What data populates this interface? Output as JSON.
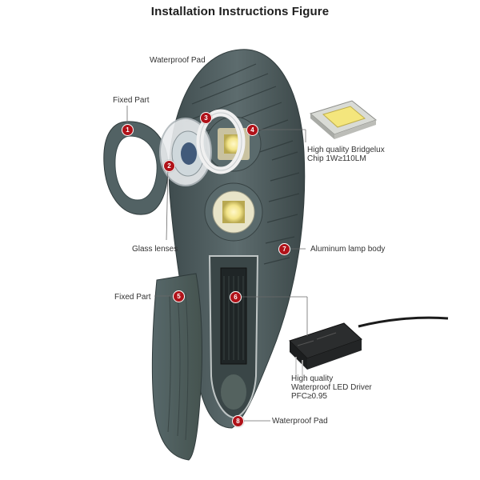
{
  "title": "Installation Instructions Figure",
  "labels": {
    "waterproof_pad_top": "Waterproof Pad",
    "fixed_part_top": "Fixed Part",
    "glass_lenses": "Glass lenses",
    "fixed_part_bottom": "Fixed Part",
    "chip_line1": "High quality Bridgelux",
    "chip_line2": "Chip 1W≥110LM",
    "aluminum_body": "Aluminum lamp body",
    "driver_line1": "High quality",
    "driver_line2": "Waterproof LED Driver",
    "driver_line3": "PFC≥0.95",
    "waterproof_pad_bottom": "Waterproof Pad"
  },
  "markers": [
    "1",
    "2",
    "3",
    "4",
    "5",
    "6",
    "7",
    "8"
  ],
  "colors": {
    "marker_red": "#b01219",
    "body_gray": "#4d5c5e",
    "led_yellow": "#f3e58a"
  }
}
